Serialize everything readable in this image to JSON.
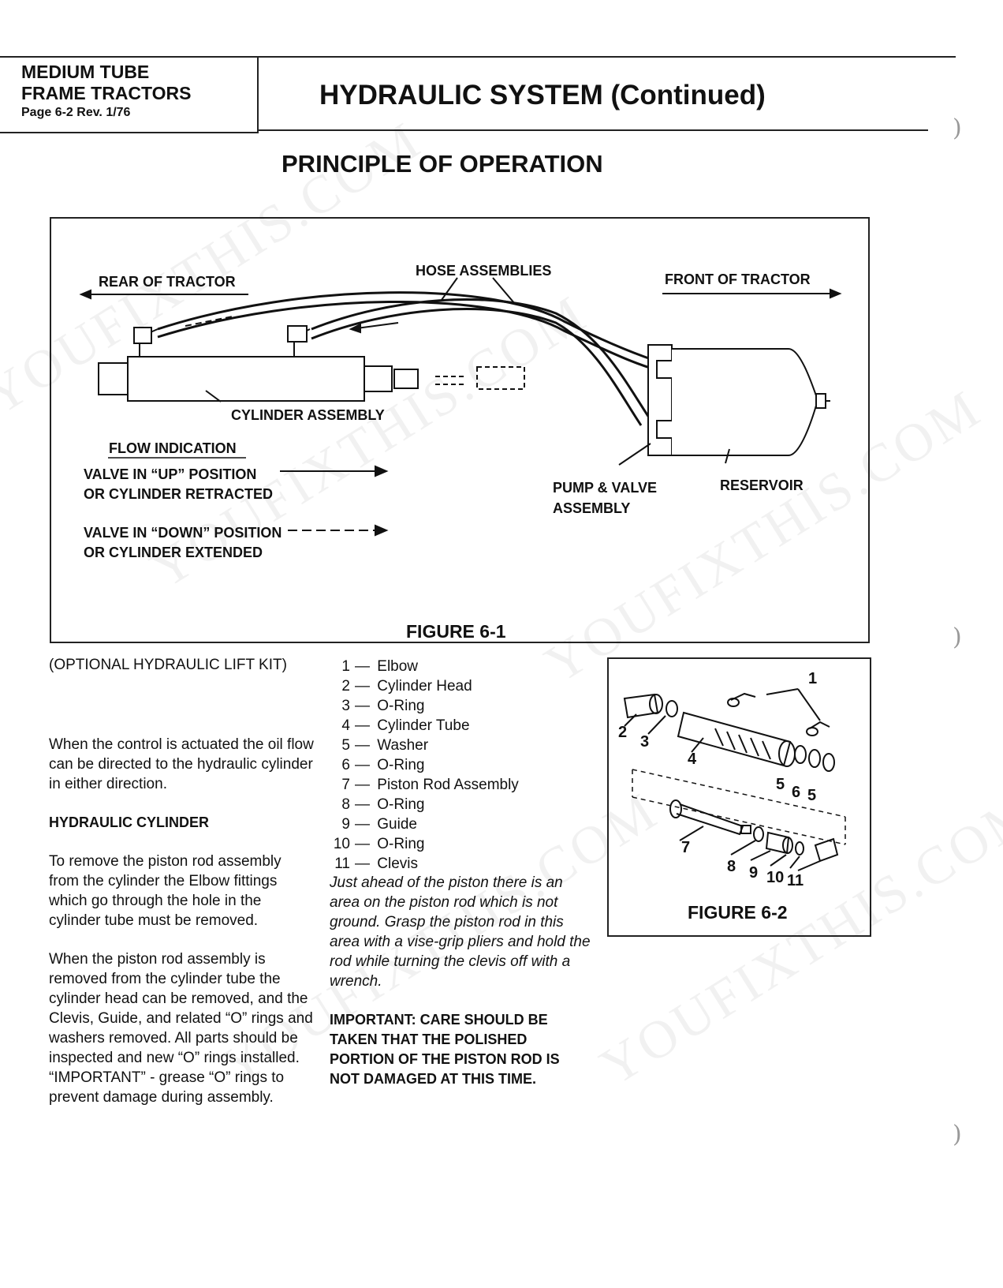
{
  "header": {
    "line1": "MEDIUM TUBE",
    "line2": "FRAME TRACTORS",
    "page_info": "Page 6-2   Rev. 1/76",
    "title": "HYDRAULIC SYSTEM (Continued)"
  },
  "section_title": "PRINCIPLE OF OPERATION",
  "figure1": {
    "rear_label": "REAR OF TRACTOR",
    "front_label": "FRONT OF TRACTOR",
    "hose_label": "HOSE ASSEMBLIES",
    "cylinder_label": "CYLINDER ASSEMBLY",
    "flow_heading": "FLOW INDICATION",
    "up_line1": "VALVE IN “UP” POSITION",
    "up_line2": "OR CYLINDER RETRACTED",
    "down_line1": "VALVE IN “DOWN” POSITION",
    "down_line2": "OR CYLINDER EXTENDED",
    "pump_line1": "PUMP & VALVE",
    "pump_line2": "ASSEMBLY",
    "reservoir_label": "RESERVOIR",
    "caption": "FIGURE 6-1"
  },
  "col1": {
    "optional": "(OPTIONAL HYDRAULIC LIFT KIT)",
    "para1": "When the control is actuated the oil flow can be directed to the hydraulic cylinder in either direction.",
    "subheading": "HYDRAULIC CYLINDER",
    "para2": "To remove the piston rod assembly from the cylinder the Elbow fittings which go through the hole in the cylinder tube must be removed.",
    "para3": "When the piston rod assembly is removed from the cylinder tube the cylinder head can be removed, and the Clevis, Guide, and related “O” rings and washers removed. All parts should be inspected and new “O” rings installed. “IMPORTANT” - grease “O” rings to prevent damage during assembly."
  },
  "parts_list": [
    {
      "num": "1",
      "name": "Elbow"
    },
    {
      "num": "2",
      "name": "Cylinder Head"
    },
    {
      "num": "3",
      "name": "O-Ring"
    },
    {
      "num": "4",
      "name": "Cylinder Tube"
    },
    {
      "num": "5",
      "name": "Washer"
    },
    {
      "num": "6",
      "name": "O-Ring"
    },
    {
      "num": "7",
      "name": "Piston Rod Assembly"
    },
    {
      "num": "8",
      "name": "O-Ring"
    },
    {
      "num": "9",
      "name": "Guide"
    },
    {
      "num": "10",
      "name": "O-Ring"
    },
    {
      "num": "11",
      "name": "Clevis"
    }
  ],
  "col2": {
    "italic_para": "Just ahead of the piston there is an area on the piston rod which is not ground. Grasp the piston rod in this area with a vise-grip pliers and hold the rod while turning the clevis off with a wrench.",
    "important_para": "IMPORTANT: CARE SHOULD BE TAKEN THAT THE POLISHED PORTION OF THE PISTON ROD IS NOT DAMAGED AT THIS TIME."
  },
  "figure2": {
    "caption": "FIGURE 6-2",
    "callouts": [
      "1",
      "2",
      "3",
      "4",
      "5",
      "6",
      "5",
      "7",
      "8",
      "9",
      "10",
      "11"
    ]
  },
  "watermark": "YOUFIXTHIS.COM"
}
